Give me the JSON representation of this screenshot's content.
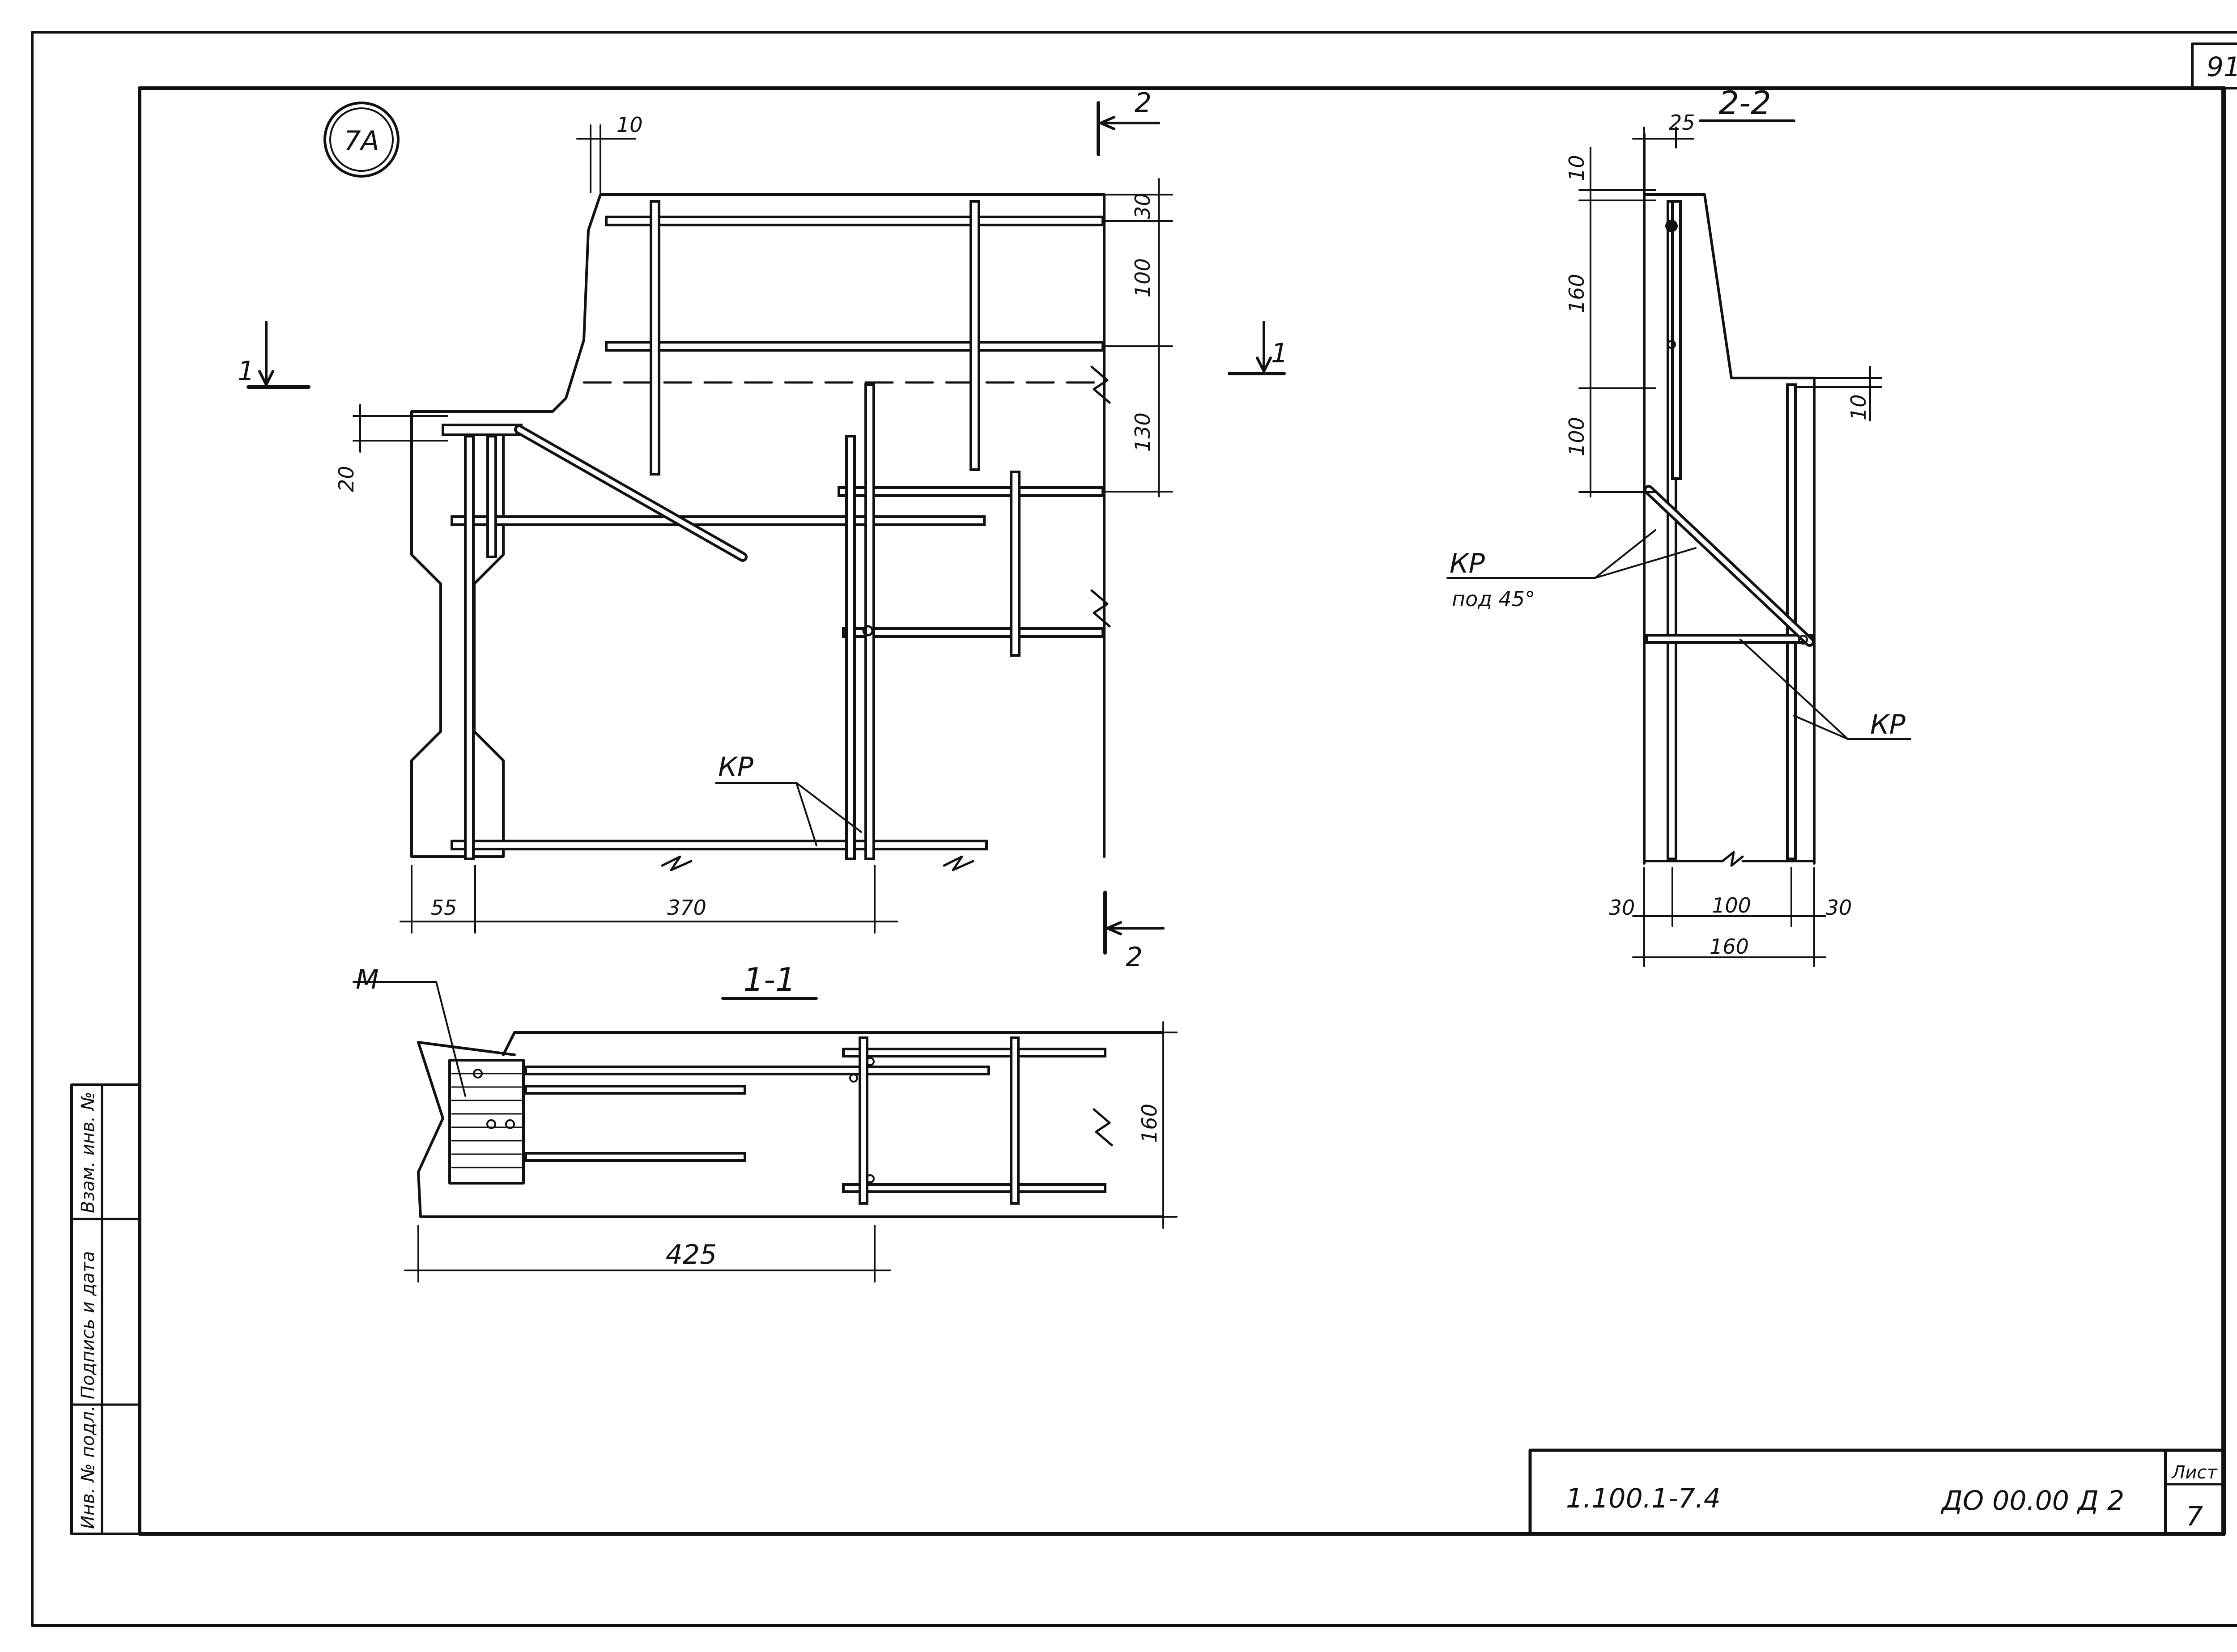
{
  "sheet": {
    "corner_page_number": "91",
    "sheet_label": "Лист",
    "sheet_number": "7"
  },
  "title_block": {
    "series": "1.100.1-7.4",
    "code": "ДО 00.00 Д 2"
  },
  "side_stamp": {
    "inv_no_podl": "Инв. № подл.",
    "signature_date": "Подпись и дата",
    "vzam_inv": "Взам. инв. №"
  },
  "drawing": {
    "node_mark": "7А",
    "section_1_label": "1",
    "section_2_label": "2",
    "section_1_1_title": "1-1",
    "section_2_2_title": "2-2",
    "rebar_label": "КР",
    "rebar_45_note": "под 45°",
    "marker_m": "М",
    "dims_elevation": [
      "10",
      "30",
      "100",
      "130",
      "20",
      "55",
      "370"
    ],
    "dims_section_1": [
      "160",
      "425"
    ],
    "dims_section_2": [
      "25",
      "10",
      "160",
      "100",
      "10",
      "30",
      "100",
      "30",
      "160"
    ]
  }
}
